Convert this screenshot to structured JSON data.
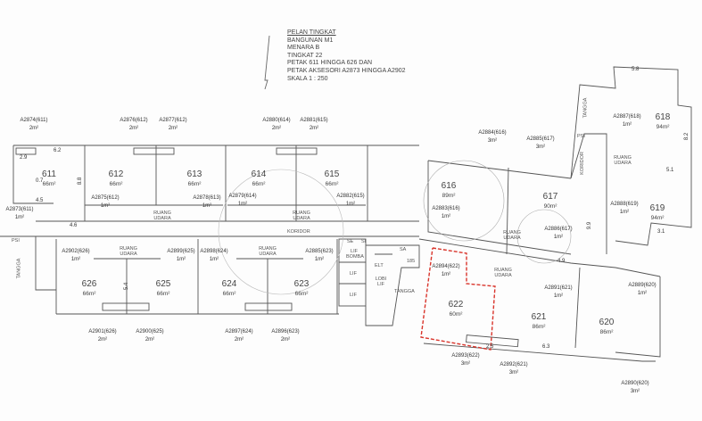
{
  "title_block": {
    "heading": "PELAN TINGKAT",
    "lines": [
      "BANGUNAN M1",
      "MENARA B",
      "TINGKAT 22",
      "PETAK 611 HINGGA 626 DAN",
      "PETAK AKSESORI A2873 HINGGA A2902",
      "SKALA  1 : 250"
    ]
  },
  "units": [
    {
      "id": "611",
      "area": "66m²"
    },
    {
      "id": "612",
      "area": "66m²"
    },
    {
      "id": "613",
      "area": "66m²"
    },
    {
      "id": "614",
      "area": "66m²"
    },
    {
      "id": "615",
      "area": "66m²"
    },
    {
      "id": "626",
      "area": "66m²"
    },
    {
      "id": "625",
      "area": "66m²"
    },
    {
      "id": "624",
      "area": "66m²"
    },
    {
      "id": "623",
      "area": "66m²"
    },
    {
      "id": "622",
      "area": "60m²"
    },
    {
      "id": "621",
      "area": "86m²"
    },
    {
      "id": "620",
      "area": "86m²"
    },
    {
      "id": "616",
      "area": "89m²"
    },
    {
      "id": "617",
      "area": "90m²"
    },
    {
      "id": "618",
      "area": "94m²"
    },
    {
      "id": "619",
      "area": "94m²"
    }
  ],
  "accessories": [
    {
      "id": "A2874(611)",
      "area": "2m²"
    },
    {
      "id": "A2876(612)",
      "area": "2m²"
    },
    {
      "id": "A2877(612)",
      "area": "2m²"
    },
    {
      "id": "A2880(614)",
      "area": "2m²"
    },
    {
      "id": "A2881(615)",
      "area": "2m²"
    },
    {
      "id": "A2873(611)",
      "area": "1m²"
    },
    {
      "id": "A2875(612)",
      "area": "1m²"
    },
    {
      "id": "A2878(613)",
      "area": "1m²"
    },
    {
      "id": "A2879(614)",
      "area": "1m²"
    },
    {
      "id": "A2882(615)",
      "area": "1m²"
    },
    {
      "id": "A2902(626)",
      "area": "1m²"
    },
    {
      "id": "A2899(625)",
      "area": "1m²"
    },
    {
      "id": "A2898(624)",
      "area": "1m²"
    },
    {
      "id": "A2885(623)",
      "area": "1m²"
    },
    {
      "id": "A2901(626)",
      "area": "2m²"
    },
    {
      "id": "A2900(625)",
      "area": "2m²"
    },
    {
      "id": "A2897(624)",
      "area": "2m²"
    },
    {
      "id": "A2896(623)",
      "area": "2m²"
    },
    {
      "id": "A2894(622)",
      "area": "1m²"
    },
    {
      "id": "A2891(621)",
      "area": "1m²"
    },
    {
      "id": "A2889(620)",
      "area": "1m²"
    },
    {
      "id": "A2893(622)",
      "area": "3m²"
    },
    {
      "id": "A2892(621)",
      "area": "3m²"
    },
    {
      "id": "A2890(620)",
      "area": "3m²"
    },
    {
      "id": "A2884(616)",
      "area": "3m²"
    },
    {
      "id": "A2885(617)",
      "area": "3m²"
    },
    {
      "id": "A2887(618)",
      "area": "1m²"
    },
    {
      "id": "A2888(619)",
      "area": "1m²"
    },
    {
      "id": "A2883(616)",
      "area": "1m²"
    },
    {
      "id": "A2886(617)",
      "area": "1m²"
    }
  ],
  "labels": {
    "ruang_udara": "RUANG UDARA",
    "koridor": "KORIDOR",
    "tangga": "TANGGA",
    "lif_bomba": "LIF BOMBA",
    "lif": "LIF",
    "lobi_lif": "LOBI LIF",
    "elt": "ELT",
    "sa": "SA",
    "se": "SE",
    "si": "SI",
    "psi": "PSI",
    "r185": "185"
  },
  "dimensions": [
    "2.9",
    "6.2",
    "4.5",
    "0.7",
    "4.6",
    "8.8",
    "5.4",
    "2.5",
    "6.3",
    "4.9",
    "3.1",
    "8.2",
    "5.1",
    "5.8",
    "9.9"
  ],
  "colors": {
    "line": "#444444",
    "highlight": "#d9342b"
  }
}
